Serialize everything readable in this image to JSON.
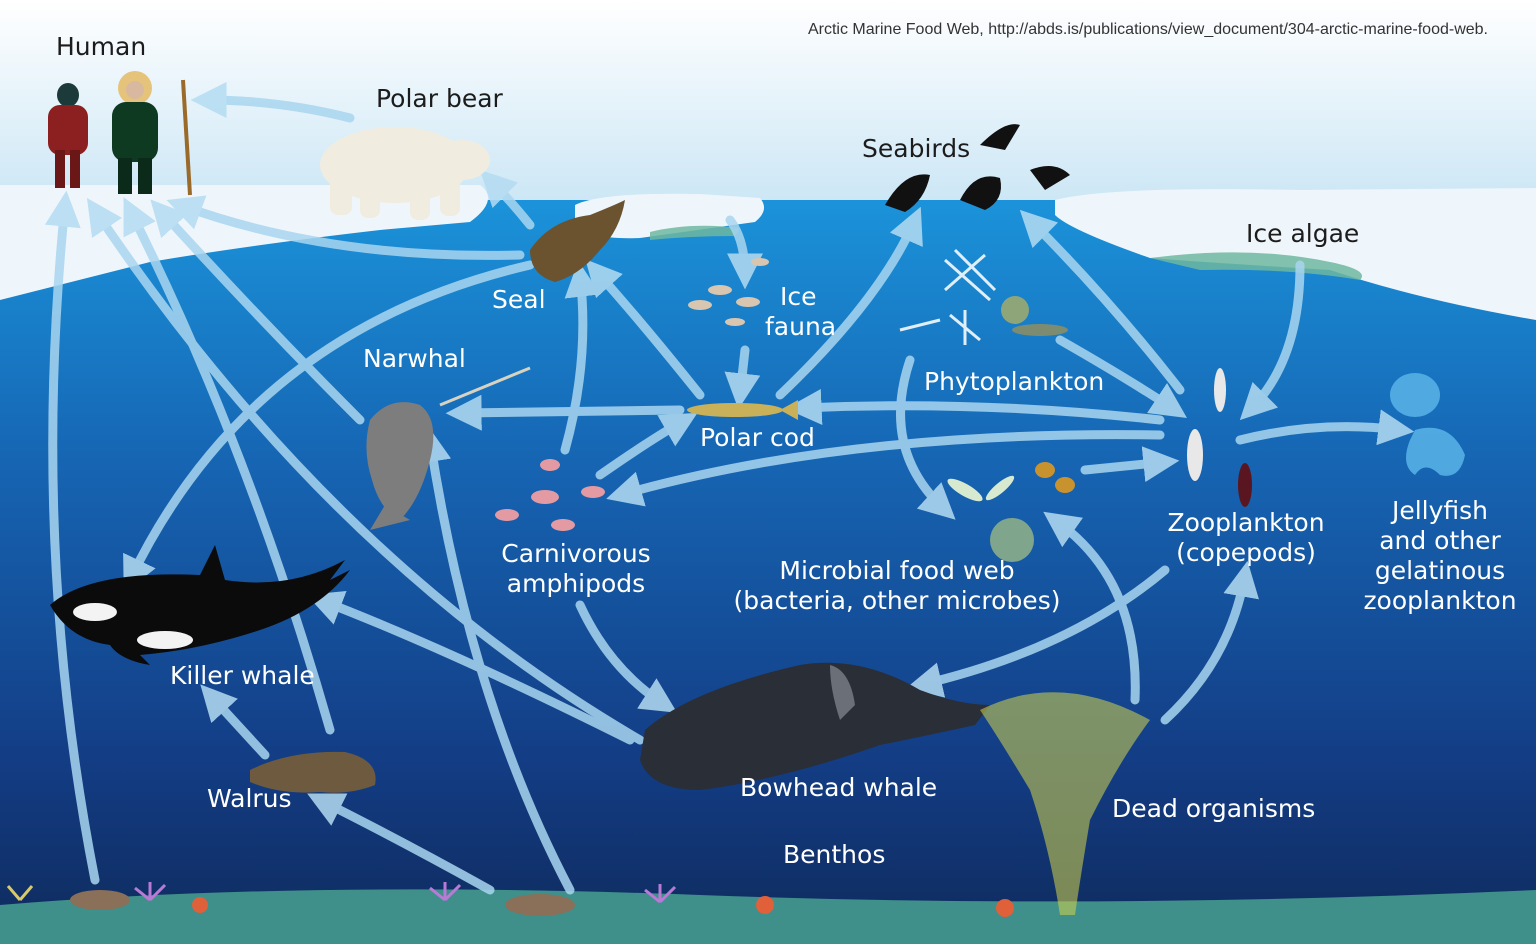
{
  "source_note": "Arctic Marine Food Web, http://abds.is/publications/view_document/304-arctic-marine-food-web.",
  "organisms": {
    "human": "Human",
    "polar_bear": "Polar bear",
    "seabirds": "Seabirds",
    "ice_algae": "Ice algae",
    "seal": "Seal",
    "ice_fauna": [
      "Ice",
      "fauna"
    ],
    "narwhal": "Narwhal",
    "phytoplankton": "Phytoplankton",
    "polar_cod": "Polar cod",
    "carnivorous_amphipods": [
      "Carnivorous",
      "amphipods"
    ],
    "microbial_food_web": [
      "Microbial food web",
      "(bacteria, other microbes)"
    ],
    "zooplankton": [
      "Zooplankton",
      "(copepods)"
    ],
    "jellyfish": [
      "Jellyfish",
      "and other",
      "gelatinous",
      "zooplankton"
    ],
    "killer_whale": "Killer whale",
    "walrus": "Walrus",
    "bowhead_whale": "Bowhead whale",
    "dead_organisms": "Dead organisms",
    "benthos": "Benthos"
  },
  "colors": {
    "sky_top": "#ffffff",
    "sky_bottom": "#c8e4f4",
    "water_top": "#1a8fd6",
    "water_bottom": "#102a5e",
    "ice": "#eef6fb",
    "arrow": "#a9d6f0",
    "label": "#ffffff",
    "label_dark": "#1c1c1c"
  }
}
